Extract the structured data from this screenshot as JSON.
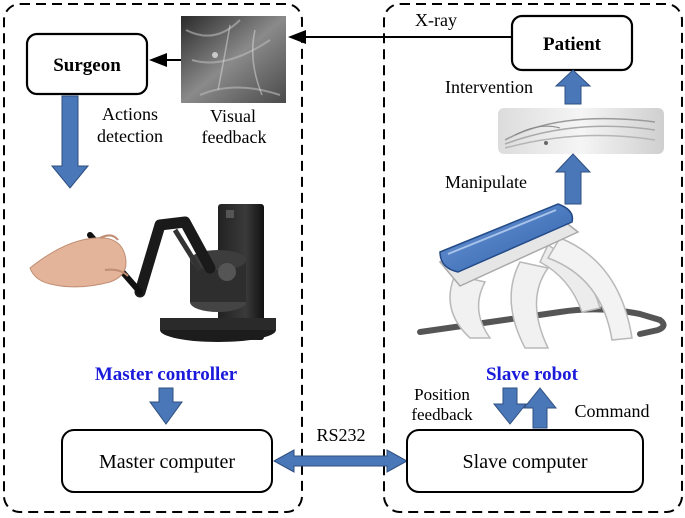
{
  "left_panel": {
    "surgeon": "Surgeon",
    "actions": [
      "Actions",
      "detection"
    ],
    "visual_feedback": [
      "Visual",
      "feedback"
    ],
    "master_controller": "Master controller",
    "master_computer": "Master computer"
  },
  "right_panel": {
    "patient": "Patient",
    "xray": "X-ray",
    "intervention": "Intervention",
    "manipulate": "Manipulate",
    "slave_robot": "Slave robot",
    "position_feedback": [
      "Position",
      "feedback"
    ],
    "command": "Command",
    "slave_computer": "Slave computer"
  },
  "link": {
    "rs232": "RS232"
  },
  "colors": {
    "arrow_blue": "#4a77b8",
    "title_blue": "#1a1adb"
  }
}
